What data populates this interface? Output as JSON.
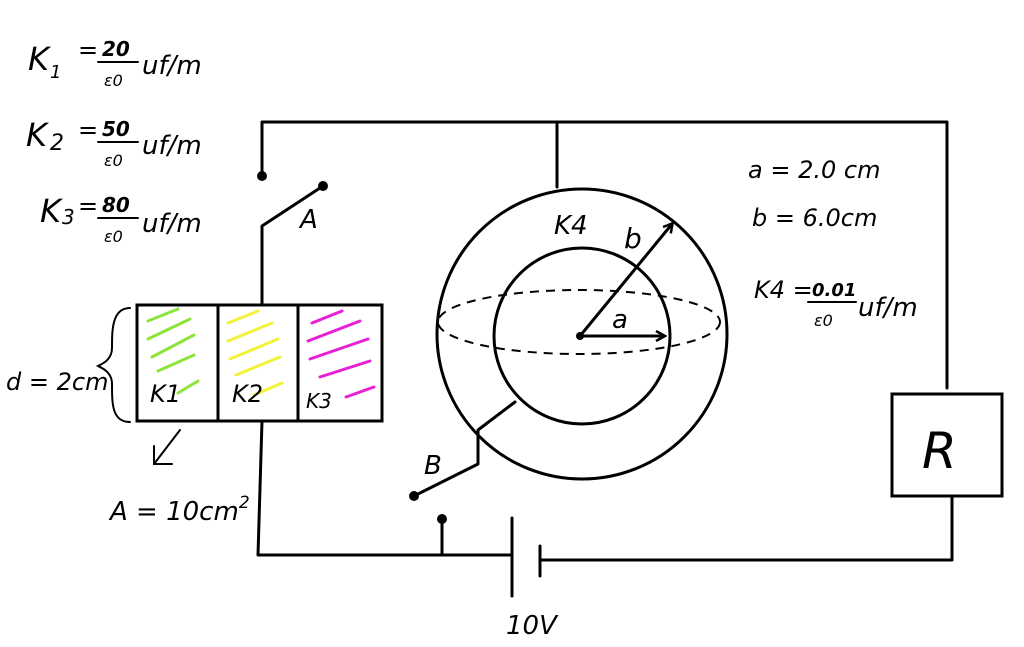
{
  "dielectrics": {
    "k1": {
      "symbol": "K",
      "sub": "1",
      "value": "20",
      "unit": "uf/m"
    },
    "k2": {
      "symbol": "K",
      "sub": "2",
      "value": "50",
      "unit": "uf/m"
    },
    "k3": {
      "symbol": "K",
      "sub": "3",
      "value": "80",
      "unit": "uf/m"
    },
    "denominator": "ε0"
  },
  "capacitor": {
    "labels": [
      "K1",
      "K2",
      "K3"
    ],
    "hatch_colors": [
      "#8ee43a",
      "#f2f23a",
      "#e81fd6"
    ],
    "separation": "d = 2cm",
    "area_base": "A = 10cm",
    "area_exp": "2"
  },
  "sphere": {
    "label": "K4",
    "inner_radius_label": "a",
    "outer_radius_label": "b"
  },
  "parameters": {
    "a": "a = 2.0 cm",
    "b": "b = 6.0cm",
    "k4_prefix": "K4 =",
    "k4_value": "0.01",
    "k4_unit": "uf/m",
    "k4_denominator": "ε0"
  },
  "switches": {
    "a": "A",
    "b": "B"
  },
  "resistor": {
    "label": "R"
  },
  "battery": {
    "label": "10V"
  }
}
